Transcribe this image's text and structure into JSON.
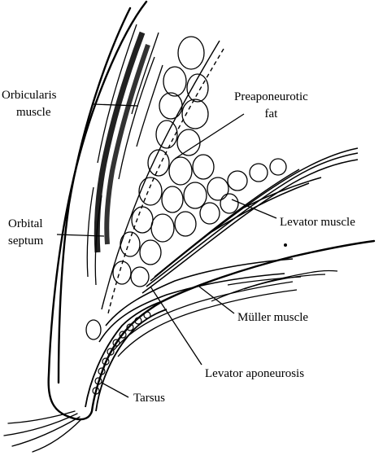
{
  "labels": {
    "orbicularis_line1": "Orbicularis",
    "orbicularis_line2": "muscle",
    "preaponeurotic_line1": "Preaponeurotic",
    "preaponeurotic_line2": "fat",
    "orbital_line1": "Orbital",
    "orbital_line2": "septum",
    "levator_muscle": "Levator muscle",
    "muller_muscle": "Müller muscle",
    "levator_aponeurosis": "Levator aponeurosis",
    "tarsus": "Tarsus"
  }
}
